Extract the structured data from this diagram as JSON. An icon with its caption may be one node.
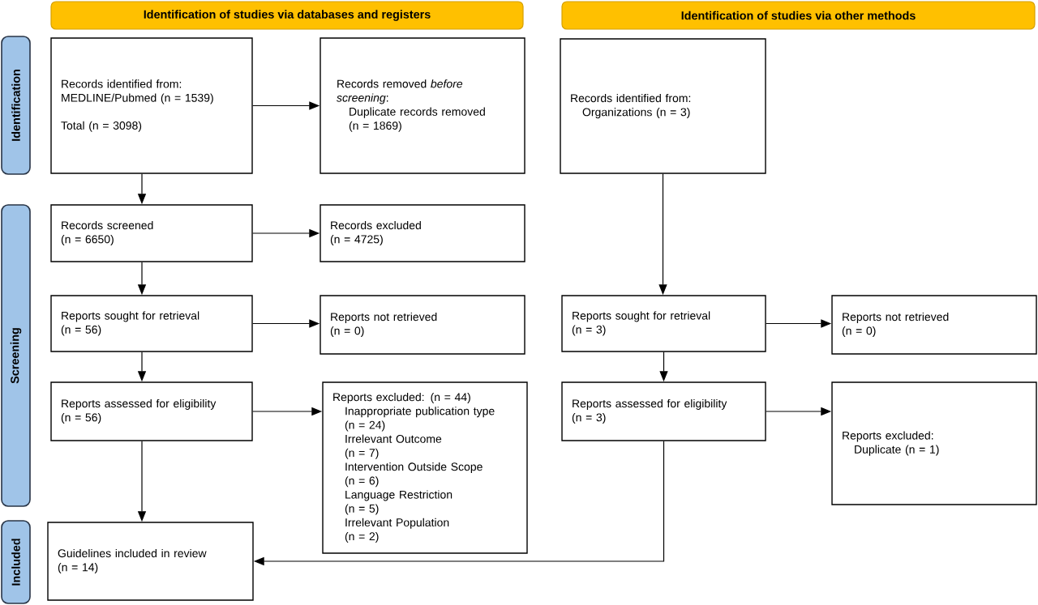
{
  "diagram": {
    "nodes": [
      {
        "text": [
          "Identification of studies via databases and registers"
        ]
      },
      {
        "text": [
          "Identification of studies via other methods"
        ]
      },
      {
        "text": [
          "Identification"
        ]
      },
      {
        "text": [
          "Screening"
        ]
      },
      {
        "text": [
          "Included"
        ]
      },
      {
        "text": [
          "Records identified from:",
          "MEDLINE/Pubmed (n = 1539)",
          "Total (n = 3098)"
        ]
      },
      {
        "text": [
          "Records removed *before screening*:",
          "Duplicate records removed",
          "(n = 1869)"
        ]
      },
      {
        "text": [
          "Records screened",
          "(n = 6650)"
        ]
      },
      {
        "text": [
          "Records excluded",
          "(n = 4725)"
        ]
      },
      {
        "text": [
          "Reports sought for retrieval",
          "(n = 56)"
        ]
      },
      {
        "text": [
          "Reports not retrieved",
          "(n = 0)"
        ]
      },
      {
        "text": [
          "Reports assessed for eligibility",
          "(n = 56)"
        ]
      },
      {
        "text": [
          "Reports excluded: (n = 44)",
          "Inappropriate publication type",
          "(n = 24)",
          "Irrelevant Outcome",
          "(n = 7)",
          "Intervention Outside Scope",
          "(n = 6)",
          "Language Restriction",
          "(n = 5)",
          "Irrelevant Population",
          "(n = 2)"
        ]
      },
      {
        "text": [
          "Guidelines included in review",
          "(n = 14)"
        ]
      },
      {
        "text": [
          "Records identified from:",
          "Organizations (n = 3)"
        ]
      },
      {
        "text": [
          "Reports sought for retrieval",
          "(n = 3)"
        ]
      },
      {
        "text": [
          "Reports not retrieved",
          "(n = 0)"
        ]
      },
      {
        "text": [
          "Reports assessed for eligibility",
          "(n = 3)"
        ]
      },
      {
        "text": [
          "Reports excluded:",
          "Duplicate (n = 1)"
        ]
      }
    ],
    "edges": [
      {
        "from": 5,
        "to": 6,
        "arrow": "to"
      },
      {
        "from": 5,
        "to": 7,
        "arrow": "to"
      },
      {
        "from": 7,
        "to": 8,
        "arrow": "to"
      },
      {
        "from": 7,
        "to": 9,
        "arrow": "to"
      },
      {
        "from": 9,
        "to": 10,
        "arrow": "to"
      },
      {
        "from": 9,
        "to": 11,
        "arrow": "to"
      },
      {
        "from": 11,
        "to": 12,
        "arrow": "to"
      },
      {
        "from": 11,
        "to": 13,
        "arrow": "to"
      },
      {
        "from": 14,
        "to": 15,
        "arrow": "to"
      },
      {
        "from": 15,
        "to": 16,
        "arrow": "to"
      },
      {
        "from": 15,
        "to": 17,
        "arrow": "to"
      },
      {
        "from": 17,
        "to": 18,
        "arrow": "to"
      },
      {
        "from": 17,
        "to": 13,
        "arrow": "to"
      }
    ]
  }
}
